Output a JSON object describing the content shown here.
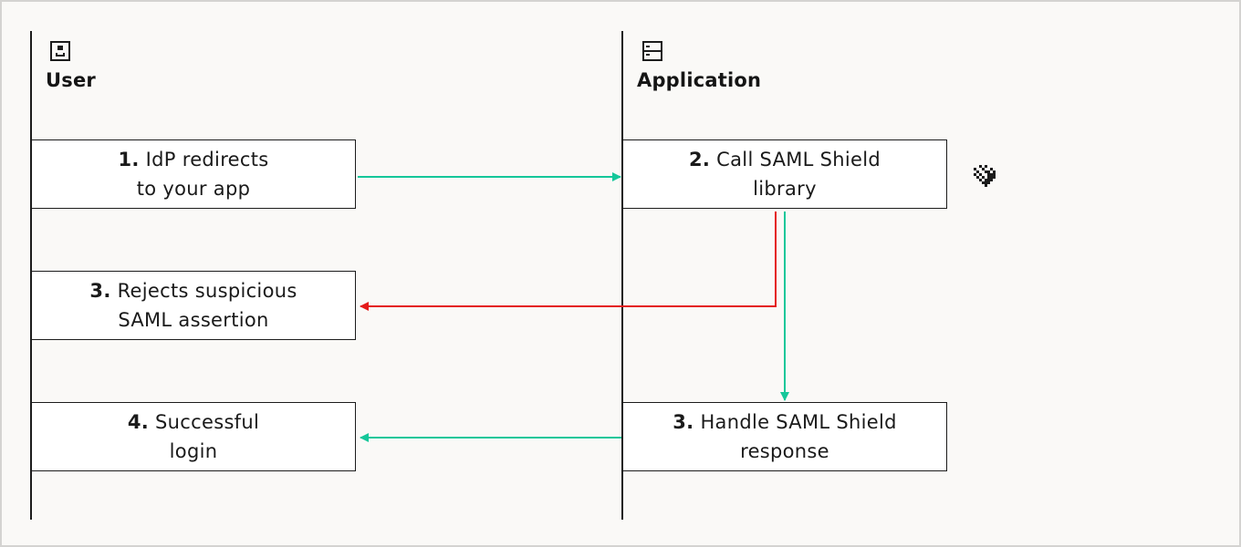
{
  "colors": {
    "success_arrow": "#14c79a",
    "reject_arrow": "#e41a1a",
    "line": "#1c1c1c",
    "background": "#faf9f7"
  },
  "lanes": {
    "user": {
      "title": "User",
      "icon": "user-badge-icon"
    },
    "application": {
      "title": "Application",
      "icon": "server-icon"
    }
  },
  "steps": {
    "idp_redirect": {
      "num": "1.",
      "line1": "IdP redirects",
      "line2": "to your app"
    },
    "call_library": {
      "num": "2.",
      "line1": "Call SAML Shield",
      "line2": "library"
    },
    "reject": {
      "num": "3.",
      "line1": "Rejects suspicious",
      "line2": "SAML assertion"
    },
    "handle_response": {
      "num": "3.",
      "line1": "Handle SAML Shield",
      "line2": "response"
    },
    "login": {
      "num": "4.",
      "line1": "Successful",
      "line2": "login"
    }
  },
  "decoration": {
    "icon": "pixel-shield-icon"
  }
}
